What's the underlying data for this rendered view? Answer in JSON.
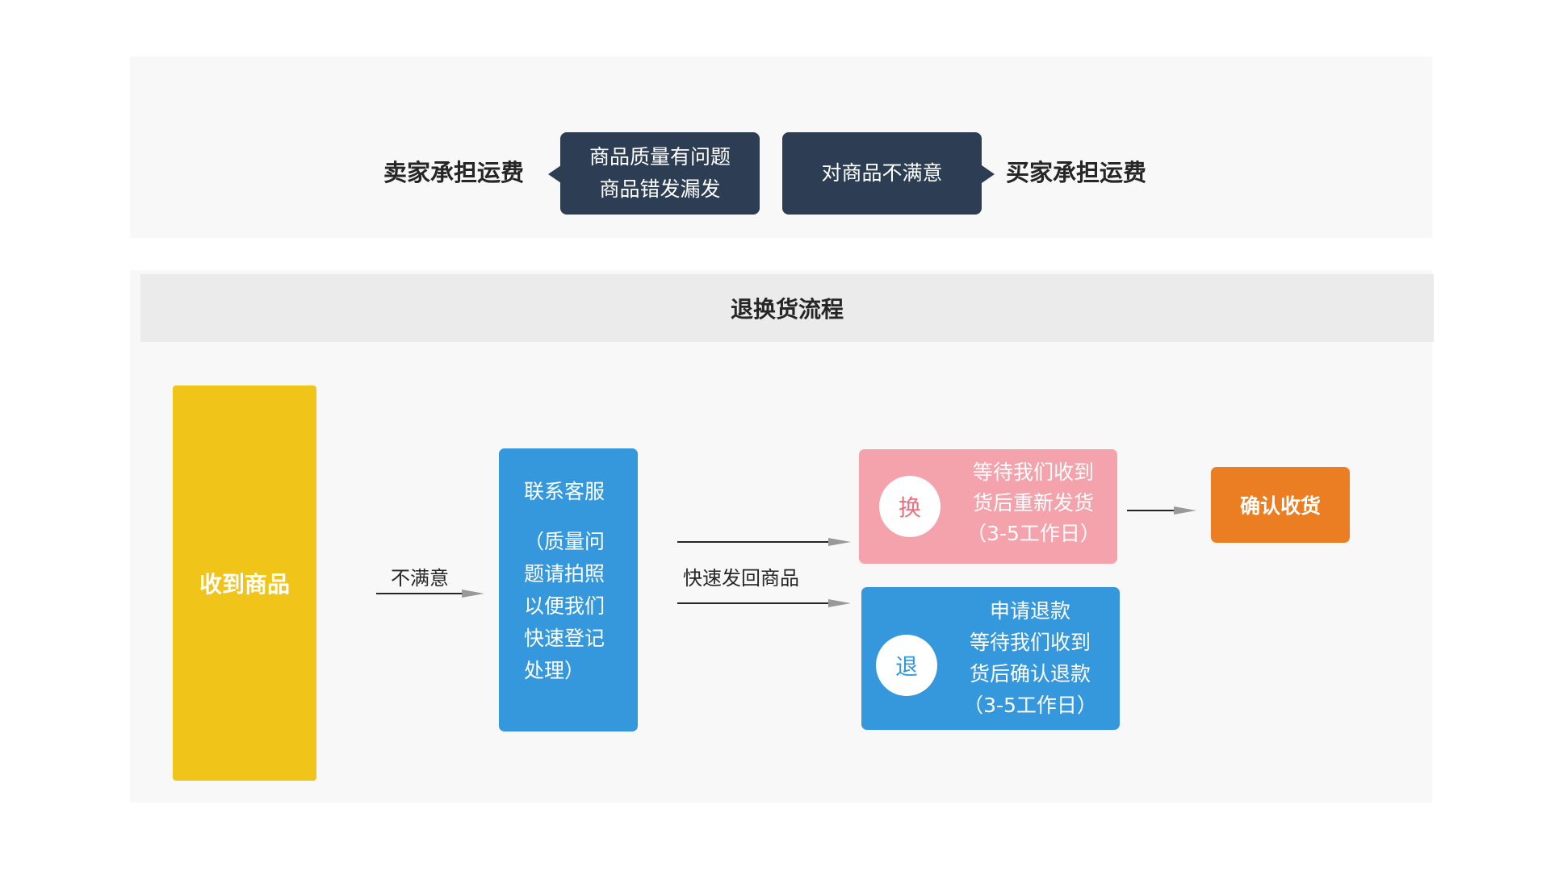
{
  "shipping": {
    "seller_pays": "卖家承担运费",
    "seller_reasons": [
      "商品质量有问题",
      "商品错发漏发"
    ],
    "buyer_reason": "对商品不满意",
    "buyer_pays": "买家承担运费"
  },
  "process": {
    "title": "退换货流程",
    "received": "收到商品",
    "unsatisfied_label": "不满意",
    "contact": {
      "title": "联系客服",
      "lines": [
        "（质量问",
        "题请拍照",
        "以便我们",
        "快速登记",
        "处理）"
      ]
    },
    "return_label": "快速发回商品",
    "exchange": {
      "badge": "换",
      "lines": [
        "等待我们收到",
        "货后重新发货",
        "（3-5工作日）"
      ]
    },
    "refund": {
      "badge": "退",
      "lines": [
        "申请退款",
        "等待我们收到",
        "货后确认退款",
        "（3-5工作日）"
      ]
    },
    "confirm": "确认收货"
  },
  "colors": {
    "dark_navy": "#2d3e54",
    "yellow": "#f0c418",
    "blue": "#3598dc",
    "pink": "#f4a2ab",
    "orange": "#eb7e23"
  }
}
